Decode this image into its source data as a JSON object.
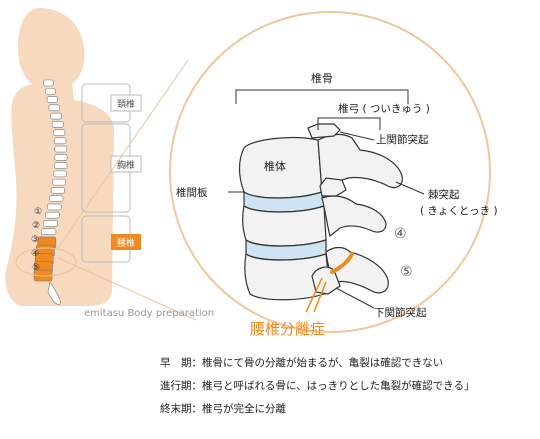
{
  "regions": {
    "cervical": "頚椎",
    "thoracic": "胸椎",
    "lumbar": "腰椎"
  },
  "vertebra_numbers": [
    "①",
    "②",
    "③",
    "④",
    "⑤"
  ],
  "credit": "emitasu Body preparation",
  "labels": {
    "vertebra": "椎骨",
    "arch": "椎弓 ( ついきゅう )",
    "superior_articular": "上関節突起",
    "body": "椎体",
    "disc": "椎間板",
    "spinous_line1": "棘突起",
    "spinous_line2": "( きょくとっき )",
    "inferior_articular": "下関節突起",
    "num4": "④",
    "num5": "⑤"
  },
  "condition": "腰椎分離症",
  "stages": [
    {
      "term": "早　期",
      "text": "：椎骨にて骨の分離が始まるが、亀裂は確認できない"
    },
    {
      "term": "進行期",
      "text": "：椎弓と呼ばれる骨に、はっきりとした亀裂が確認できる」"
    },
    {
      "term": "終末期",
      "text": "：椎弓が完全に分離"
    }
  ],
  "colors": {
    "skin": "#f7d9bf",
    "accent_orange": "#f08a1c",
    "region_orange": "#ef8a22",
    "disc_blue": "#cfe4f2",
    "bone": "#f2f2f2",
    "line": "#333333"
  }
}
